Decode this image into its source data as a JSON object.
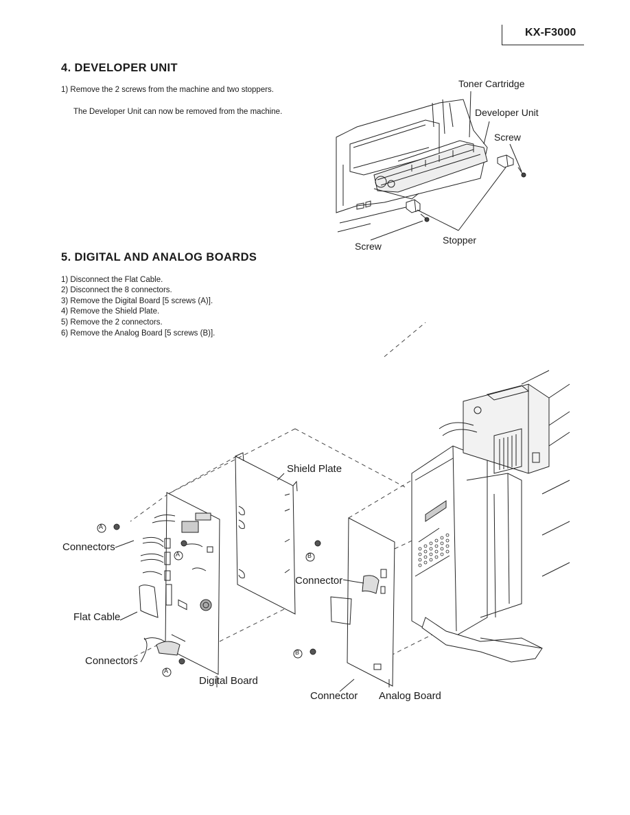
{
  "header": {
    "model": "KX-F3000"
  },
  "section4": {
    "heading": "4. DEVELOPER UNIT",
    "step1": "1) Remove the 2 screws from the machine and two stoppers.",
    "note": "The Developer Unit can now be removed from the machine."
  },
  "figure1": {
    "labels": {
      "toner_cartridge": "Toner Cartridge",
      "developer_unit": "Developer Unit",
      "screw_right": "Screw",
      "screw_left": "Screw",
      "stopper": "Stopper"
    }
  },
  "section5": {
    "heading": "5. DIGITAL AND ANALOG BOARDS",
    "steps": [
      "1) Disconnect the Flat Cable.",
      "2) Disconnect the 8 connectors.",
      "3) Remove the Digital Board [5 screws (A)].",
      "4) Remove the Shield Plate.",
      "5) Remove the 2 connectors.",
      "6) Remove the Analog Board [5 screws (B)]."
    ]
  },
  "figure2": {
    "labels": {
      "shield_plate": "Shield Plate",
      "connectors_upper": "Connectors",
      "flat_cable": "Flat Cable",
      "connectors_lower": "Connectors",
      "digital_board": "Digital Board",
      "connector_mid": "Connector",
      "connector_bottom": "Connector",
      "analog_board": "Analog Board",
      "marker_a": "A",
      "marker_b": "B"
    }
  }
}
